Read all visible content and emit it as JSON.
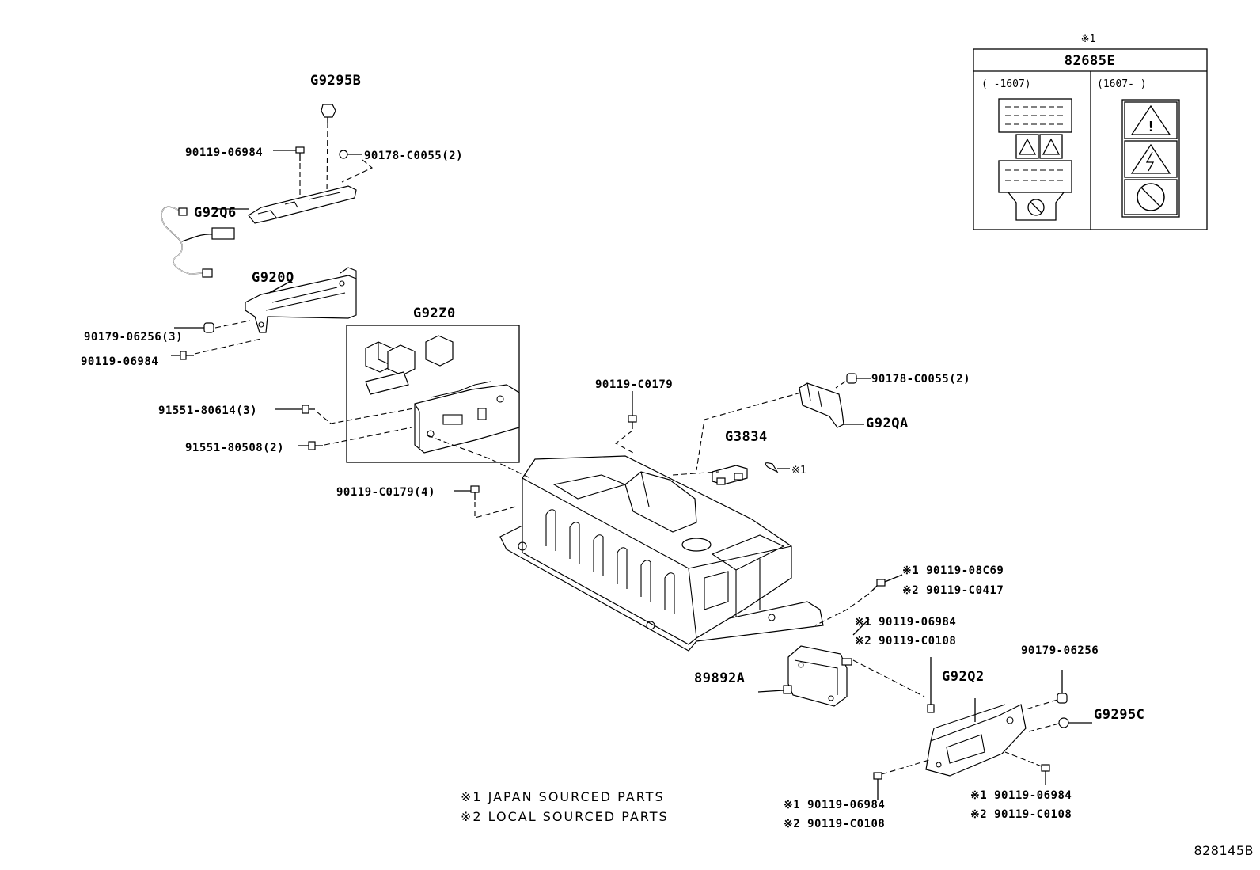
{
  "labels": {
    "g9295b": "G9295B",
    "bolt_06984_top": "90119-06984",
    "nut_c0055_top": "90178-C0055(2)",
    "g92q6": "G92Q6",
    "g920q": "G920Q",
    "nut_06256_3": "90179-06256(3)",
    "bolt_06984_left": "90119-06984",
    "g92z0": "G92Z0",
    "bolt_80614": "91551-80614(3)",
    "bolt_80508": "91551-80508(2)",
    "bolt_c0179": "90119-C0179",
    "bolt_c0179_4": "90119-C0179(4)",
    "nut_c0055_right": "90178-C0055(2)",
    "g92qa": "G92QA",
    "g3834": "G3834",
    "mark_g3834": "※1",
    "mark1_08c69": "※1 90119-08C69",
    "mark2_c0417": "※2 90119-C0417",
    "mark1_06984_mid": "※1 90119-06984",
    "mark2_c0108_mid": "※2 90119-C0108",
    "g89892a": "89892A",
    "g92q2": "G92Q2",
    "nut_06256": "90179-06256",
    "g9295c": "G9295C",
    "mark1_06984_bl": "※1 90119-06984",
    "mark2_c0108_bl": "※2 90119-C0108",
    "mark1_06984_br": "※1 90119-06984",
    "mark2_c0108_br": "※2 90119-C0108"
  },
  "inset": {
    "mark": "※1",
    "part_number": "82685E",
    "left_col": "(    -1607)",
    "right_col": "(1607-    )"
  },
  "legend": {
    "line1": "※1 JAPAN SOURCED PARTS",
    "line2": "※2 LOCAL SOURCED PARTS"
  },
  "diagram_id": "828145B"
}
